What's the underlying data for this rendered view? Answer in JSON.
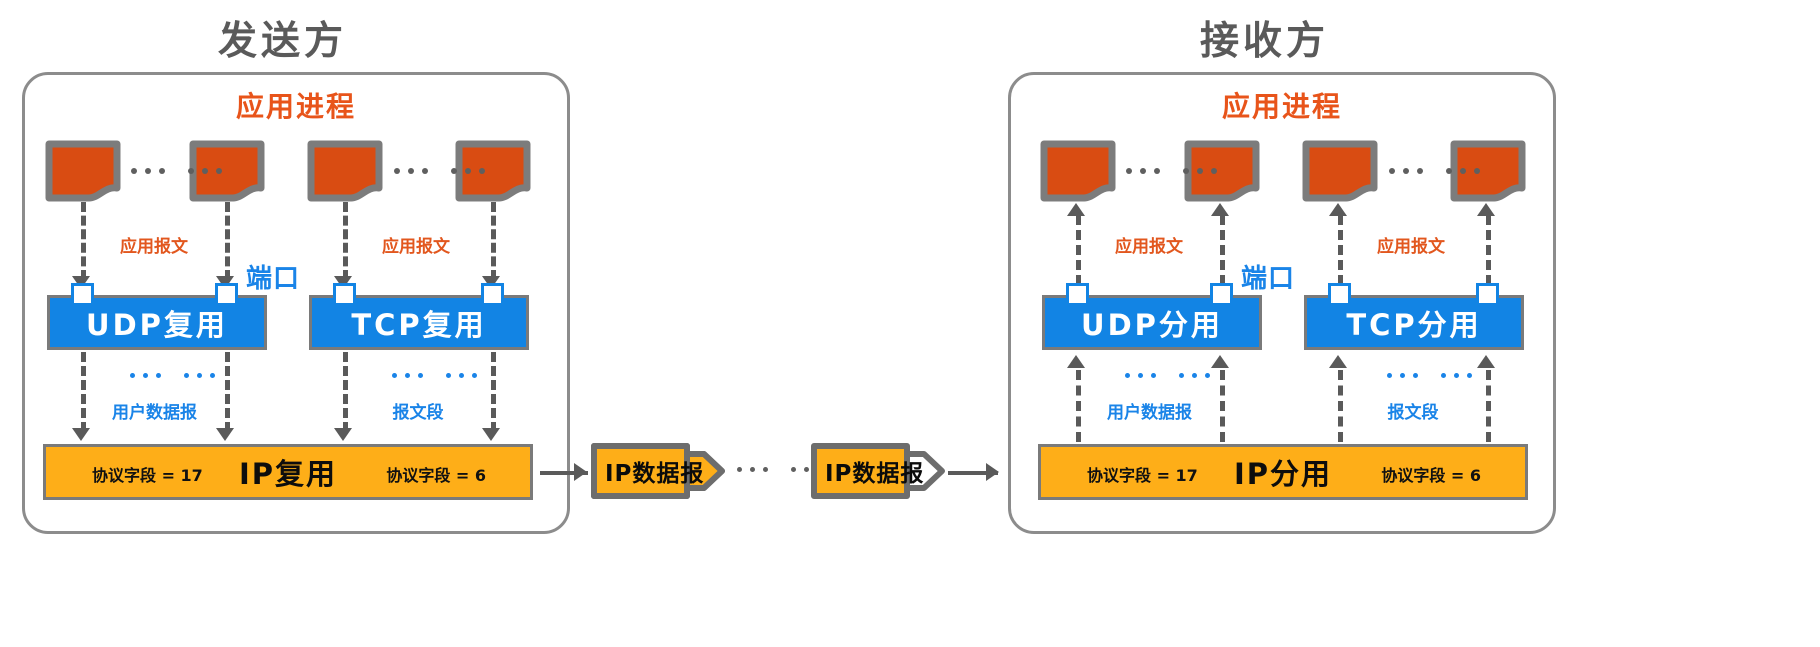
{
  "diagram": {
    "title_sender": "发送方",
    "title_receiver": "接收方",
    "colors": {
      "app_orange": "#d94c12",
      "accent_orange_text": "#e8541a",
      "transport_blue": "#1284e4",
      "ip_yellow": "#feae18",
      "grey_stroke": "#7a7a7a",
      "title_grey": "#5a5a5a"
    }
  },
  "sender": {
    "process_title": "应用进程",
    "app_icons": [
      "app-process-1",
      "app-process-2",
      "app-process-3",
      "app-process-4"
    ],
    "ellipsis": "… …",
    "app_message_label": "应用报文",
    "port_label": "端口",
    "transport_boxes": [
      {
        "label": "UDP复用",
        "payload_label": "用户数据报"
      },
      {
        "label": "TCP复用",
        "payload_label": "报文段"
      }
    ],
    "ip_bar": {
      "label": "IP复用",
      "proto_left": "协议字段 = 17",
      "proto_right": "协议字段 = 6"
    }
  },
  "receiver": {
    "process_title": "应用进程",
    "app_icons": [
      "app-process-1",
      "app-process-2",
      "app-process-3",
      "app-process-4"
    ],
    "ellipsis": "… …",
    "app_message_label": "应用报文",
    "port_label": "端口",
    "transport_boxes": [
      {
        "label": "UDP分用",
        "payload_label": "用户数据报"
      },
      {
        "label": "TCP分用",
        "payload_label": "报文段"
      }
    ],
    "ip_bar": {
      "label": "IP分用",
      "proto_left": "协议字段 = 17",
      "proto_right": "协议字段 = 6"
    }
  },
  "network": {
    "datagram_left": "IP数据报",
    "datagram_right": "IP数据报",
    "ellipsis": "… …"
  }
}
